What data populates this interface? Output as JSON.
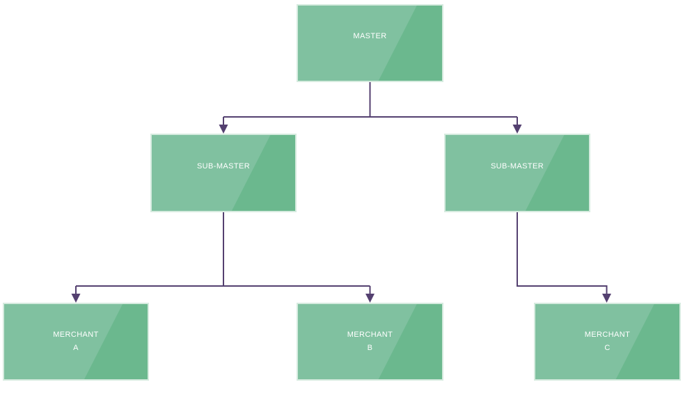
{
  "diagram": {
    "type": "org-chart",
    "colors": {
      "canvas_background": "#ffffff",
      "box_fill_light": "#80c1a0",
      "box_fill_dark": "#6bb88e",
      "box_border": "#d6ebdf",
      "connector": "#544070",
      "label_text": "#ffffff"
    },
    "nodes": [
      {
        "id": "master",
        "line1": "MASTER",
        "line2": ""
      },
      {
        "id": "sub-master-left",
        "line1": "SUB-MASTER",
        "line2": ""
      },
      {
        "id": "sub-master-right",
        "line1": "SUB-MASTER",
        "line2": ""
      },
      {
        "id": "merchant-a",
        "line1": "MERCHANT",
        "line2": "A"
      },
      {
        "id": "merchant-b",
        "line1": "MERCHANT",
        "line2": "B"
      },
      {
        "id": "merchant-c",
        "line1": "MERCHANT",
        "line2": "C"
      }
    ],
    "edges": [
      {
        "from": "master",
        "to": "sub-master-left"
      },
      {
        "from": "master",
        "to": "sub-master-right"
      },
      {
        "from": "sub-master-left",
        "to": "merchant-a"
      },
      {
        "from": "sub-master-left",
        "to": "merchant-b"
      },
      {
        "from": "sub-master-right",
        "to": "merchant-c"
      }
    ]
  }
}
